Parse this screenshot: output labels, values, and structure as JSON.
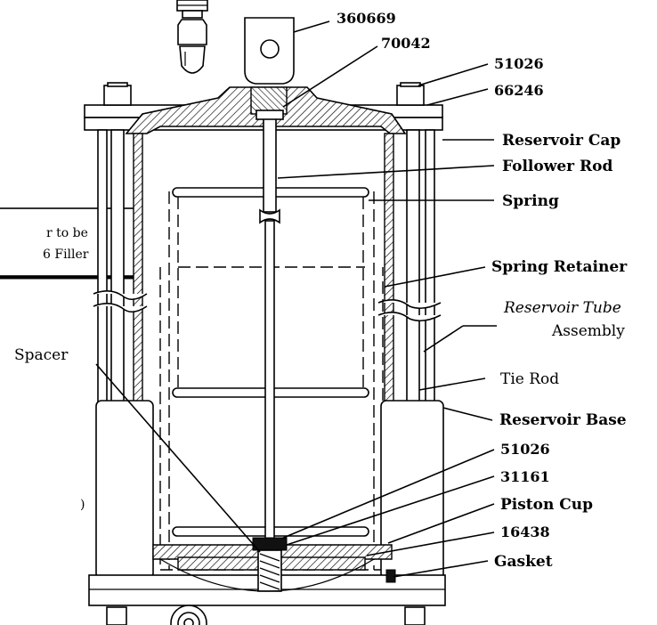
{
  "labels": {
    "part_360669": "360669",
    "part_70042": "70042",
    "part_51026_top": "51026",
    "part_66246": "66246",
    "reservoir_cap": "Reservoir Cap",
    "follower_rod": "Follower Rod",
    "spring": "Spring",
    "spring_retainer": "Spring Retainer",
    "reservoir_tube_line1": "Reservoir Tube",
    "reservoir_tube_line2": "Assembly",
    "tie_rod": "Tie Rod",
    "reservoir_base": "Reservoir Base",
    "part_51026_bottom": "51026",
    "part_31161": "31161",
    "piston_cup": "Piston Cup",
    "part_16438": "16438",
    "gasket": "Gasket",
    "spacer": "Spacer"
  },
  "note_box": {
    "line1": "r to be",
    "line2": "6  Filler"
  },
  "edge_mark": ")"
}
